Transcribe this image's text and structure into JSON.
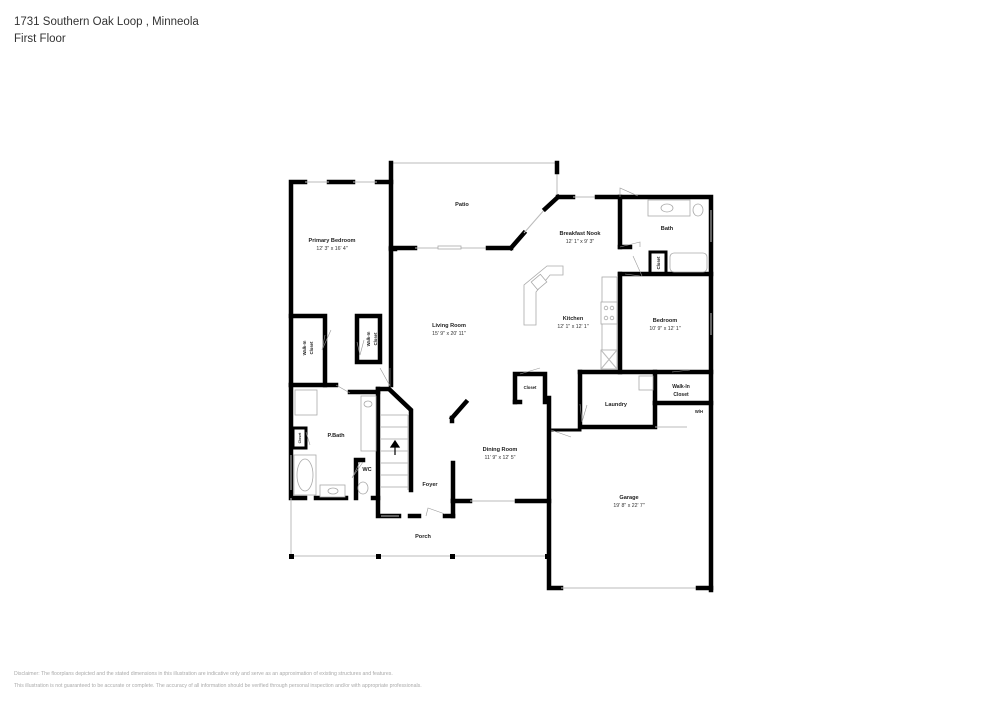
{
  "header": {
    "address": "1731 Southern Oak Loop , Minneola",
    "floor": "First Floor"
  },
  "rooms": {
    "patio": {
      "name": "Patio"
    },
    "primary_bedroom": {
      "name": "Primary Bedroom",
      "dims": "12' 3\" x 16' 4\""
    },
    "breakfast_nook": {
      "name": "Breakfast Nook",
      "dims": "12' 1\" x 9' 3\""
    },
    "bath": {
      "name": "Bath"
    },
    "closet_bath": {
      "name": "Closet"
    },
    "living_room": {
      "name": "Living Room",
      "dims": "15' 9\" x 20' 11\""
    },
    "kitchen": {
      "name": "Kitchen",
      "dims": "12' 1\" x 12' 1\""
    },
    "bedroom": {
      "name": "Bedroom",
      "dims": "10' 9\" x 12' 1\""
    },
    "walkin_closet_left": {
      "line1": "Walk-In",
      "line2": "Closet"
    },
    "walkin_closet_mid": {
      "line1": "Walk-In",
      "line2": "Closet"
    },
    "closet_kitchen": {
      "name": "Closet"
    },
    "laundry": {
      "name": "Laundry"
    },
    "walkin_closet_right": {
      "line1": "Walk-In",
      "line2": "Closet"
    },
    "wh": {
      "name": "W/H"
    },
    "pbath": {
      "name": "P.Bath"
    },
    "closet_pbath": {
      "name": "Closet"
    },
    "wc": {
      "name": "WC"
    },
    "foyer": {
      "name": "Foyer"
    },
    "dining_room": {
      "name": "Dining Room",
      "dims": "11' 9\" x 12' 5\""
    },
    "garage": {
      "name": "Garage",
      "dims": "19' 8\" x 22' 7\""
    },
    "porch": {
      "name": "Porch"
    }
  },
  "disclaimer": {
    "line1": "Disclaimer: The floorplans depicted and the stated dimensions in this illustration are indicative only and serve as an approximation of existing structures and features.",
    "line2": "This illustration is not guaranteed to be accurate or complete. The accuracy of all information should be verified through personal inspection and/or with appropriate professionals."
  }
}
